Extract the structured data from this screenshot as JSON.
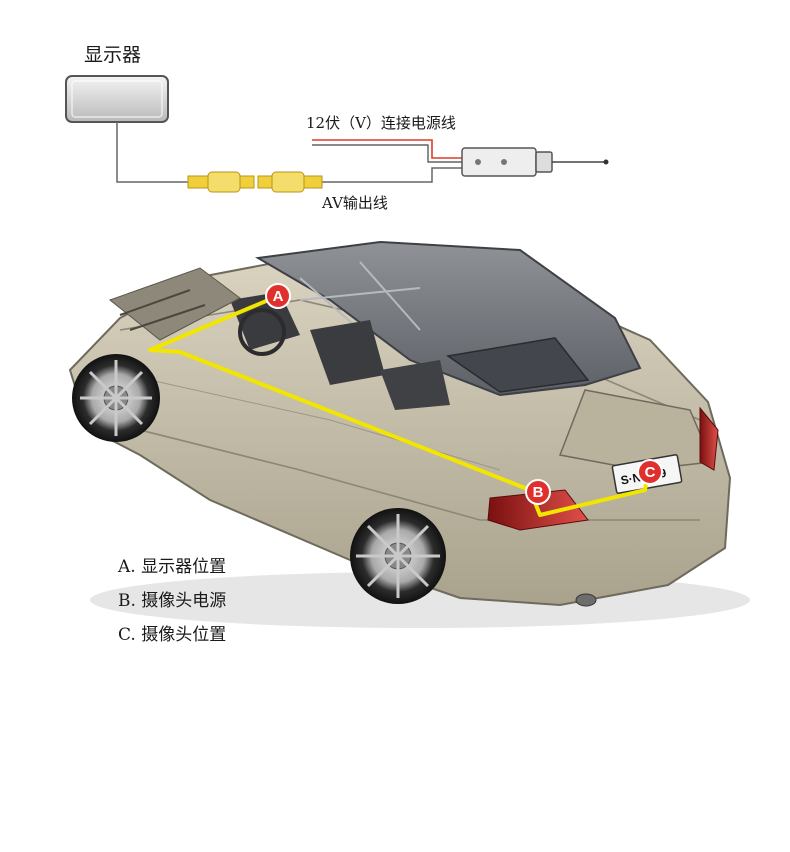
{
  "wiring": {
    "monitor_label": "显示器",
    "power_label": "12伏（V）连接电源线",
    "av_label": "AV输出线"
  },
  "markers": {
    "a": "A",
    "b": "B",
    "c": "C"
  },
  "plate": "S·NC 29",
  "legend": [
    "A. 显示器位置",
    "B. 摄像头电源",
    "C. 摄像头位置"
  ],
  "colors": {
    "route_line": "#f2e600",
    "marker_fill": "#e0302e",
    "power_wire": "#e03a2a",
    "connector_yellow": "#f0cf3a",
    "car_body": "#c9c2ad"
  }
}
